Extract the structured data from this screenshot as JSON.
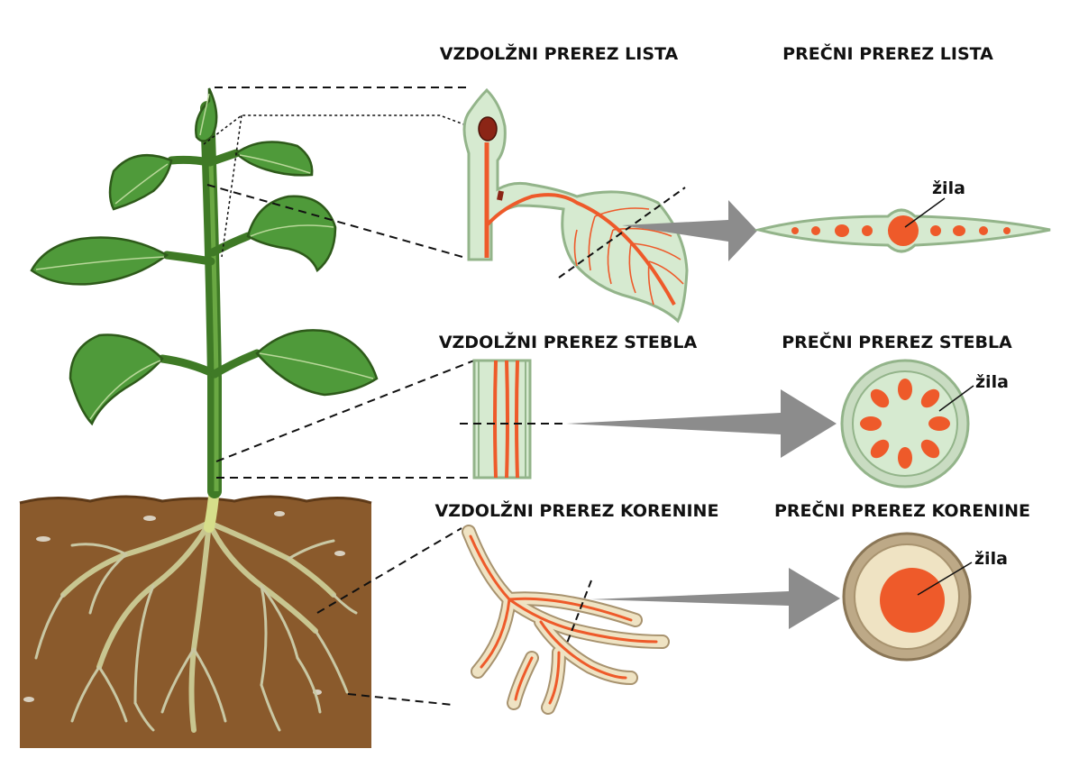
{
  "labels": {
    "leaf_long": "VZDOLŽNI PREREZ LISTA",
    "leaf_cross": "PREČNI PREREZ LISTA",
    "stem_long": "VZDOLŽNI PREREZ STEBLA",
    "stem_cross": "PREČNI PREREZ STEBLA",
    "root_long": "VZDOLŽNI PREREZ KORENINE",
    "root_cross": "PREČNI PREREZ KORENINE",
    "vein_leaf": "žila",
    "vein_stem": "žila",
    "vein_root": "žila"
  },
  "colors": {
    "vein": "#ee5a2a",
    "tissue_green": "#d6ead0",
    "tissue_outline": "#93b48a",
    "root_tissue": "#efe3c3",
    "root_outline": "#a8936f",
    "soil": "#8a5a2c",
    "stem_green": "#4c8a2e",
    "leaf_green": "#4f9a3a",
    "arrow_gray": "#8c8c8c"
  }
}
